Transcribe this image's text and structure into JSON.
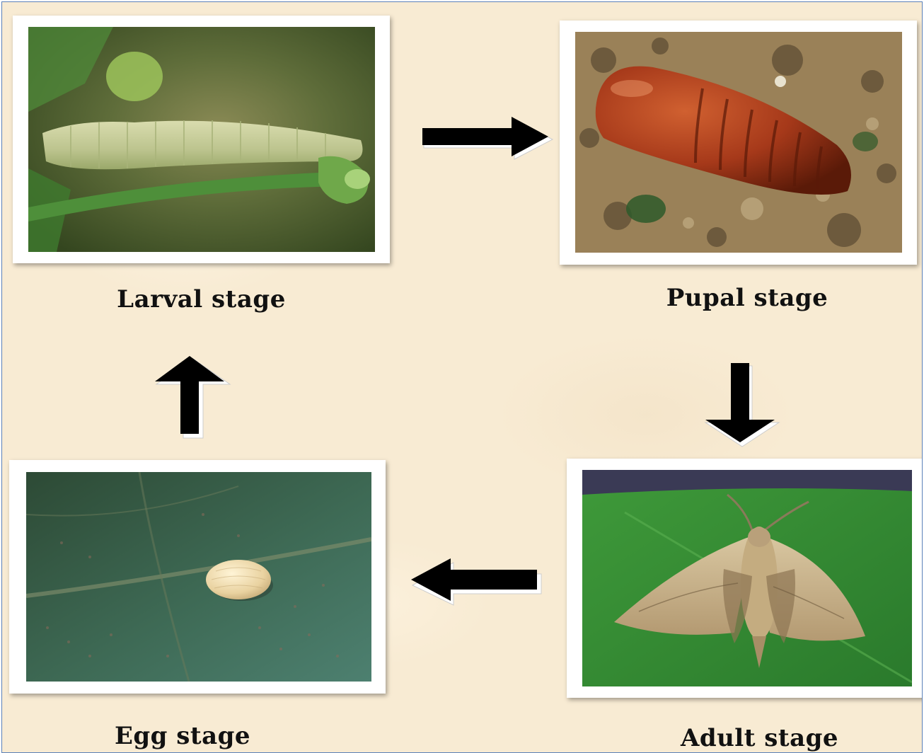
{
  "diagram": {
    "stages": {
      "larval": {
        "label": "Larval stage",
        "icon": "caterpillar-photo"
      },
      "pupal": {
        "label": "Pupal stage",
        "icon": "pupa-photo"
      },
      "adult": {
        "label": "Adult stage",
        "icon": "moth-photo"
      },
      "egg": {
        "label": "Egg stage",
        "icon": "egg-photo"
      }
    },
    "arrows": [
      "larval-to-pupal-arrow",
      "pupal-to-adult-arrow",
      "adult-to-egg-arrow",
      "egg-to-larval-arrow"
    ],
    "colors": {
      "background": "#f8ebd3",
      "arrow": "#000000",
      "text": "#111111"
    }
  }
}
